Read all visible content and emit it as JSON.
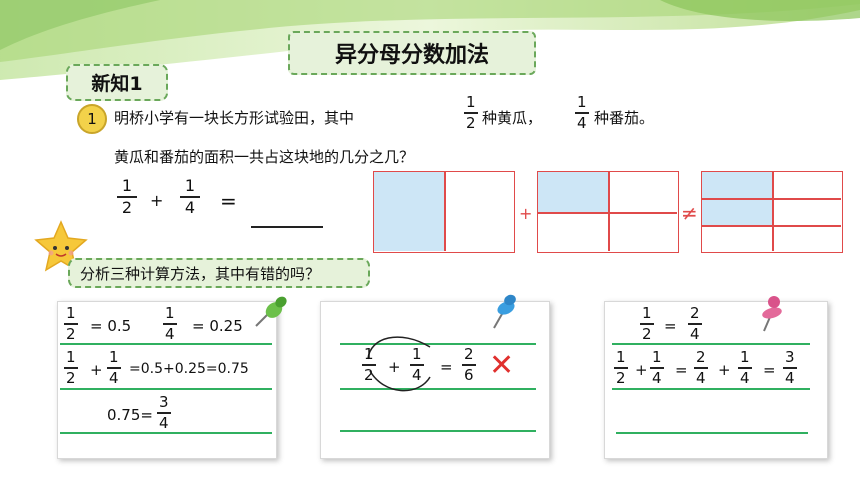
{
  "title": "异分母分数加法",
  "tag": "新知1",
  "problem": {
    "number": "1",
    "line1_before": "明桥小学有一块长方形试验田，其中",
    "frac_a": {
      "num": "1",
      "den": "2"
    },
    "line1_mid": "种黄瓜，",
    "frac_b": {
      "num": "1",
      "den": "4"
    },
    "line1_after": "种番茄。",
    "line2": "黄瓜和番茄的面积一共占这块地的几分之几？"
  },
  "equation": {
    "a_num": "1",
    "a_den": "2",
    "plus": "+",
    "b_num": "1",
    "b_den": "4",
    "equals": "="
  },
  "diagram": {
    "plus": "+",
    "neq": "≠",
    "fill_color": "#cde6f6",
    "line_color": "#e04a4a"
  },
  "question": "分析三种计算方法，其中有错的吗？",
  "card1": {
    "r1": {
      "n": "1",
      "d": "2",
      "eq": "= 0.5",
      "n2": "1",
      "d2": "4",
      "eq2": "= 0.25"
    },
    "r2": {
      "n": "1",
      "d": "2",
      "plus": "+",
      "n2": "1",
      "d2": "4",
      "rest": "=0.5+0.25=0.75"
    },
    "r3": {
      "left": "0.75=",
      "n": "3",
      "d": "4"
    }
  },
  "card2": {
    "n1": "1",
    "d1": "2",
    "plus": "+",
    "n2": "1",
    "d2": "4",
    "eq": "=",
    "n3": "2",
    "d3": "6",
    "wrong": "✕"
  },
  "card3": {
    "r1": {
      "n": "1",
      "d": "2",
      "eq": "=",
      "n2": "2",
      "d2": "4"
    },
    "r2": {
      "n1": "1",
      "d1": "2",
      "p1": "+",
      "n2": "1",
      "d2": "4",
      "e1": "=",
      "n3": "2",
      "d3": "4",
      "p2": "+",
      "n4": "1",
      "d4": "4",
      "e2": "=",
      "n5": "3",
      "d5": "4"
    }
  },
  "colors": {
    "accent_green": "#6aa85a",
    "rule_green": "#30b060",
    "red": "#e04a4a",
    "pin_green": "#6cc04a",
    "pin_blue": "#3a9ee0",
    "pin_pink": "#e36a9a"
  }
}
